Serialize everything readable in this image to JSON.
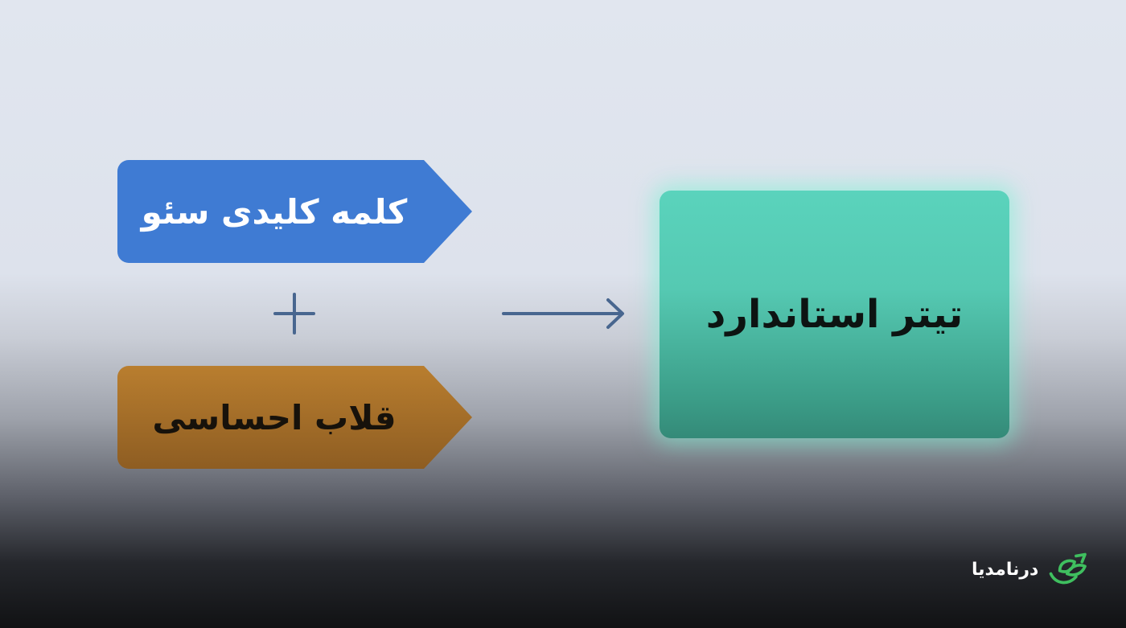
{
  "diagram": {
    "seo_keyword": "کلمه کلیدی سئو",
    "emotional_hook": "قلاب احساسی",
    "standard_title": "تیتر استاندارد"
  },
  "brand": {
    "name": "درنامدیا",
    "accent": "#3fbf5f"
  },
  "colors": {
    "seo_tag": "#3f7bd3",
    "hook_tag": "#a06a27",
    "result_box": "#4fc4ad",
    "connector": "#48668f"
  }
}
